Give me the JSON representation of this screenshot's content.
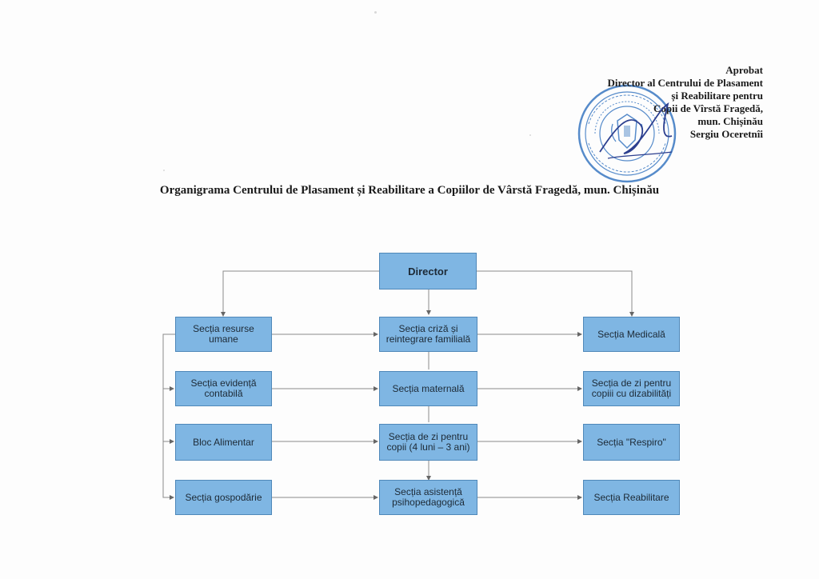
{
  "approval": {
    "line1": "Aprobat",
    "line2": "Director al Centrului de Plasament",
    "line3": "și Reabilitare  pentru",
    "line4": "Copii de Vîrstă Fragedă,",
    "line5": "mun. Chișinău",
    "line6": "Sergiu Oceretnîi"
  },
  "title": "Organigrama Centrului de Plasament și Reabilitare a Copiilor de Vârstă Fragedă, mun. Chișinău",
  "org": {
    "director": "Director",
    "left": [
      "Secția resurse umane",
      "Secția evidență contabilă",
      "Bloc Alimentar",
      "Secția gospodărie"
    ],
    "center": [
      "Secția criză și reintegrare familială",
      "Secția maternală",
      "Secția de zi pentru copii (4 luni – 3 ani)",
      "Secția asistență psihopedagogică"
    ],
    "right": [
      "Secția Medicală",
      "Secția de zi pentru copiii cu dizabilități",
      "Secția \"Respiro\"",
      "Secția Reabilitare"
    ]
  },
  "colors": {
    "box_fill": "#7fb6e3",
    "box_border": "#4f88b9",
    "stamp": "#3a78c2",
    "signature": "#2c3f8f"
  }
}
